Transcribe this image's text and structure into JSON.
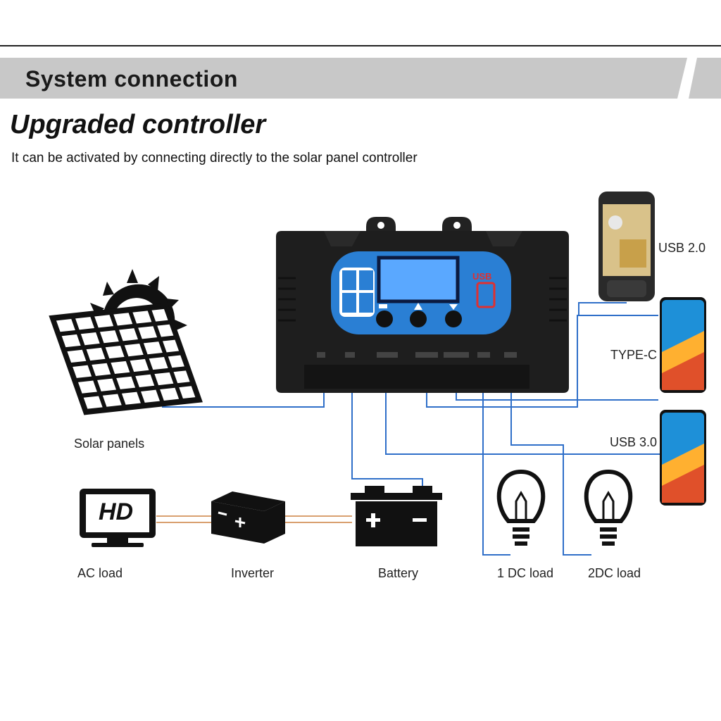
{
  "banner": {
    "title": "System connection"
  },
  "heading": "Upgraded controller",
  "subtitle": "It can be activated by connecting directly to the solar panel controller",
  "labels": {
    "solar": "Solar panels",
    "ac_load": "AC load",
    "inverter": "Inverter",
    "battery": "Battery",
    "dc1": "1 DC load",
    "dc2": "2DC load",
    "usb2": "USB 2.0",
    "typec": "TYPE-C",
    "usb3": "USB 3.0"
  },
  "tv_text": "HD",
  "controller": {
    "brand": "USB"
  },
  "colors": {
    "wire": "#2f6fc9",
    "ac_wire": "#d9a070",
    "controller_body": "#1e1e1e",
    "panel_blue": "#2a7fd4",
    "banner": "#c9c9c9"
  }
}
